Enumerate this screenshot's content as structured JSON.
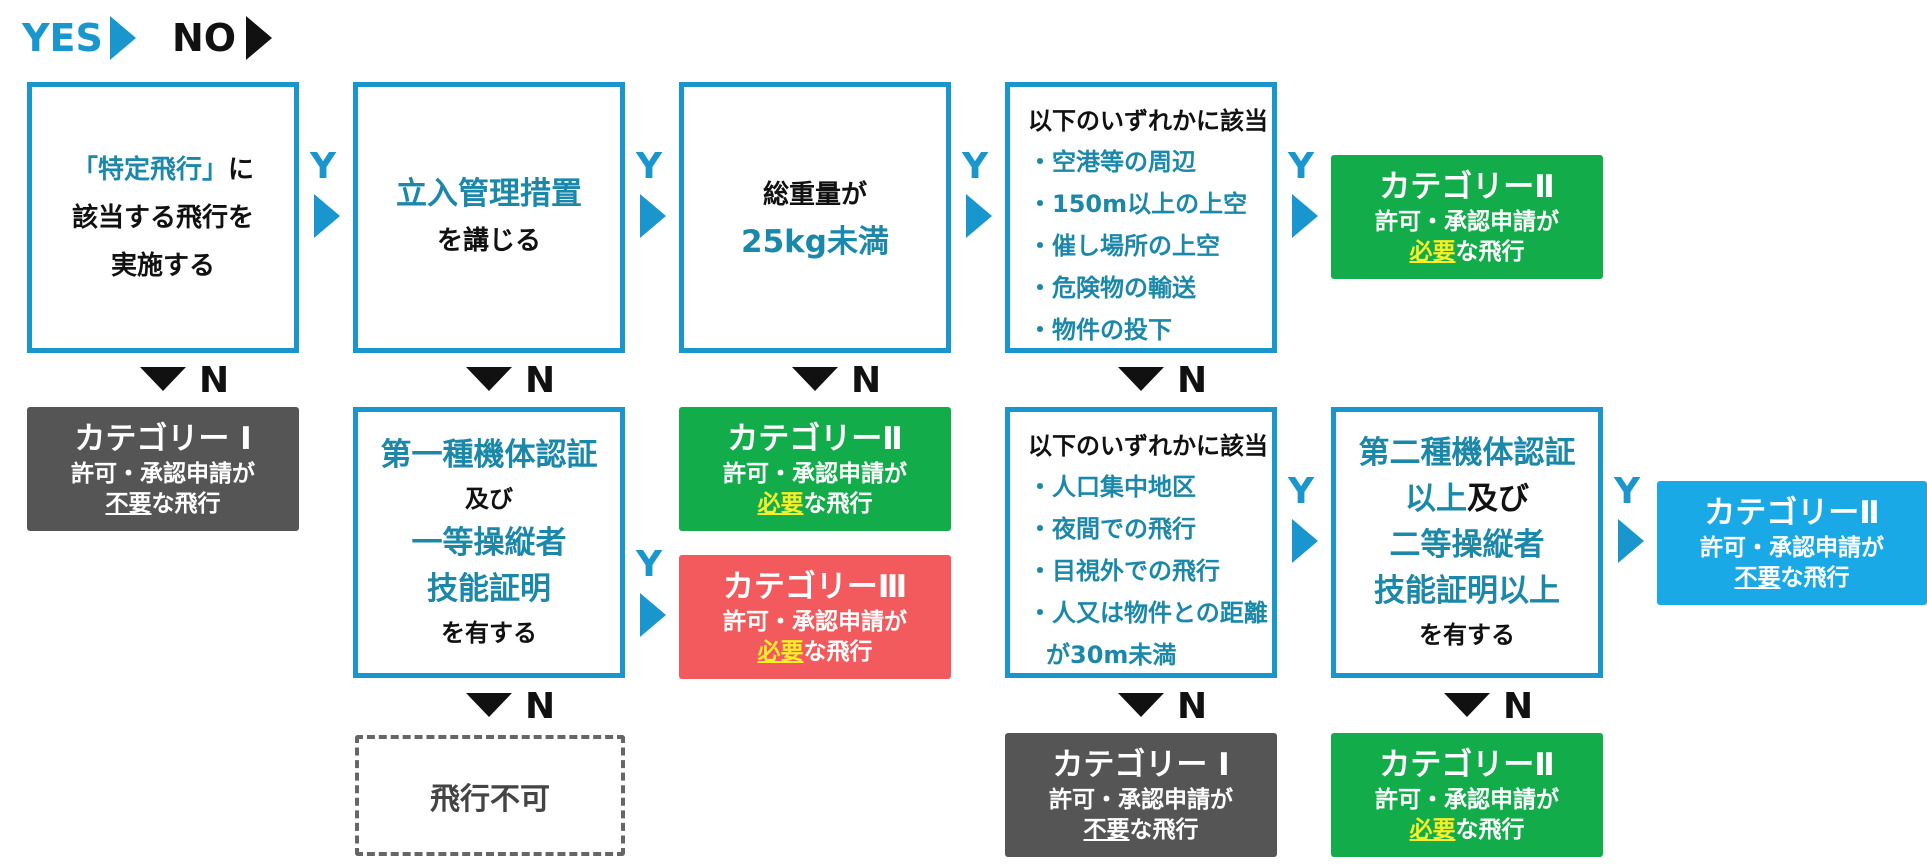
{
  "legend": {
    "yes": "YES",
    "no": "NO"
  },
  "labels": {
    "y": "Y",
    "n": "N"
  },
  "row1": {
    "box1": {
      "line1_teal": "「特定飛行」",
      "line1_black": "に",
      "line2": "該当する飛行を",
      "line3": "実施する"
    },
    "box2": {
      "line1": "立入管理措置",
      "line2": "を講じる"
    },
    "box3": {
      "line1": "総重量が",
      "line2": "25kg未満"
    },
    "box4": {
      "heading": "以下のいずれかに該当",
      "items": [
        "・空港等の周辺",
        "・150m以上の上空",
        "・催し場所の上空",
        "・危険物の輸送",
        "・物件の投下"
      ]
    },
    "result": {
      "title": "カテゴリーⅡ",
      "line1": "許可・承認申請が",
      "line2_hl": "必要",
      "line2_rest": "な飛行"
    }
  },
  "row2": {
    "cat1": {
      "title": "カテゴリー Ⅰ",
      "line1": "許可・承認申請が",
      "line2_hl": "不要",
      "line2_rest": "な飛行"
    },
    "box_license1": {
      "line1": "第一種機体認証",
      "line2": "及び",
      "line3": "一等操縦者",
      "line4": "技能証明",
      "line5": "を有する"
    },
    "cat2_green": {
      "title": "カテゴリーⅡ",
      "line1": "許可・承認申請が",
      "line2_hl": "必要",
      "line2_rest": "な飛行"
    },
    "cat3_red": {
      "title": "カテゴリーⅢ",
      "line1": "許可・承認申請が",
      "line2_hl": "必要",
      "line2_rest": "な飛行"
    },
    "box_cond2": {
      "heading": "以下のいずれかに該当",
      "items": [
        "・人口集中地区",
        "・夜間での飛行",
        "・目視外での飛行",
        "・人又は物件との距離",
        "が30m未満"
      ]
    },
    "box_license2": {
      "line1": "第二種機体認証",
      "line2_teal": "以上",
      "line2_black": "及び",
      "line3": "二等操縦者",
      "line4": "技能証明以上",
      "line5": "を有する"
    },
    "cat2_blue": {
      "title": "カテゴリーⅡ",
      "line1": "許可・承認申請が",
      "line2_hl": "不要",
      "line2_rest": "な飛行"
    }
  },
  "row3": {
    "no_flight": "飛行不可",
    "cat1": {
      "title": "カテゴリー Ⅰ",
      "line1": "許可・承認申請が",
      "line2_hl": "不要",
      "line2_rest": "な飛行"
    },
    "cat2_green": {
      "title": "カテゴリーⅡ",
      "line1": "許可・承認申請が",
      "line2_hl": "必要",
      "line2_rest": "な飛行"
    }
  },
  "colors": {
    "blue": "#1a96cf",
    "teal": "#1b88a9",
    "gray": "#555555",
    "green": "#12ad4a",
    "red": "#f25a5d",
    "light_blue": "#18a9e6",
    "yellow": "#f7ee2a"
  }
}
